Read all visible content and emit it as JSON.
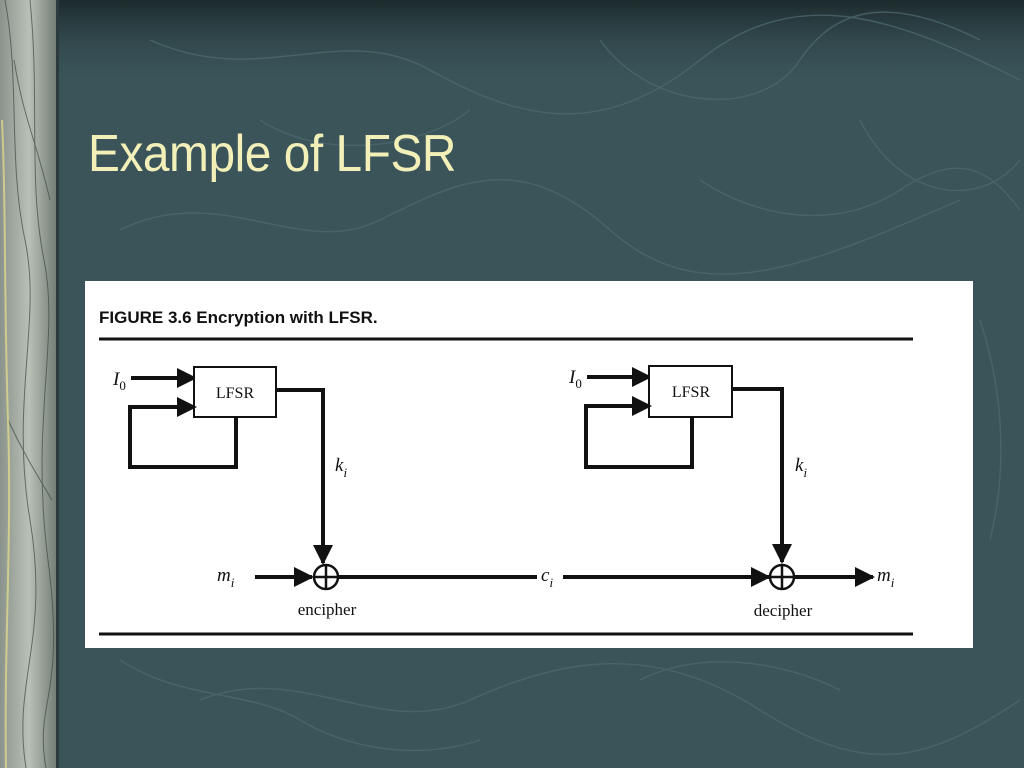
{
  "slide": {
    "title": "Example of LFSR"
  },
  "figure": {
    "caption": "FIGURE 3.6  Encryption with LFSR.",
    "left_lfsr_label": "LFSR",
    "right_lfsr_label": "LFSR",
    "left_seed_var": "I",
    "left_seed_sub": "0",
    "right_seed_var": "I",
    "right_seed_sub": "0",
    "left_key_var": "k",
    "left_key_sub": "i",
    "right_key_var": "k",
    "right_key_sub": "i",
    "plaintext_var": "m",
    "plaintext_sub": "i",
    "ciphertext_var": "c",
    "ciphertext_sub": "i",
    "output_var": "m",
    "output_sub": "i",
    "encipher_label": "encipher",
    "decipher_label": "decipher"
  },
  "colors": {
    "background": "#3a5459",
    "title": "#f2f0b8",
    "panel": "#ffffff",
    "ink": "#111111"
  }
}
